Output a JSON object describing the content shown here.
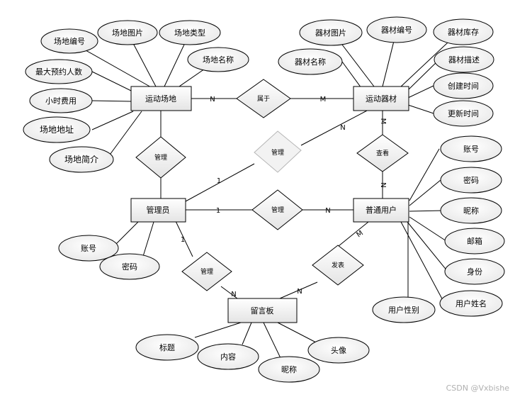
{
  "entities": {
    "venue": "运动场地",
    "equipment": "运动器材",
    "admin": "管理员",
    "user": "普通用户",
    "board": "留言板"
  },
  "relationships": {
    "belongs": "属于",
    "manage_venue": "管理",
    "manage_equipment": "管理",
    "view": "查看",
    "manage_user": "管理",
    "manage_board": "管理",
    "post": "发表"
  },
  "attributes": {
    "venue_id": "场地编号",
    "venue_image": "场地图片",
    "venue_type": "场地类型",
    "venue_name": "场地名称",
    "max_people": "最大预约人数",
    "hourly_fee": "小时费用",
    "venue_address": "场地地址",
    "venue_intro": "场地简介",
    "eq_image": "器材图片",
    "eq_id": "器材编号",
    "eq_stock": "器材库存",
    "eq_name": "器材名称",
    "eq_desc": "器材描述",
    "eq_created": "创建时间",
    "eq_updated": "更新时间",
    "user_account": "账号",
    "user_password": "密码",
    "user_nickname": "昵称",
    "user_email": "邮箱",
    "user_id_card": "身份",
    "user_gender": "用户性别",
    "user_name": "用户姓名",
    "admin_account": "账号",
    "admin_password": "密码",
    "board_title": "标题",
    "board_content": "内容",
    "board_nickname": "昵称",
    "board_avatar": "头像"
  },
  "cardinalities": {
    "venue_belongs": "N",
    "equipment_belongs": "M",
    "admin_equipment": "1",
    "equipment_admin": "N",
    "admin_user": "1",
    "user_admin": "N",
    "admin_board": "1",
    "board_admin": "N",
    "board_post": "N",
    "user_post": "M",
    "equipment_view": "M",
    "user_view": "N"
  },
  "watermark": "CSDN @Vxbishe"
}
